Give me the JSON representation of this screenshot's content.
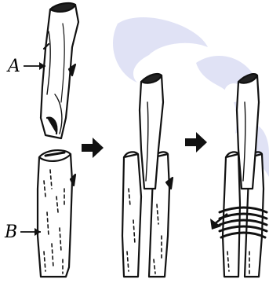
{
  "labels": {
    "scion": "A",
    "rootstock": "B"
  },
  "watermark": {
    "text": "Ca",
    "color": "#b9bde8"
  },
  "colors": {
    "ink": "#111111",
    "paper": "#ffffff"
  },
  "icons": [
    "right-arrow-icon",
    "right-arrow-icon",
    "wrap-arrow-icon"
  ]
}
